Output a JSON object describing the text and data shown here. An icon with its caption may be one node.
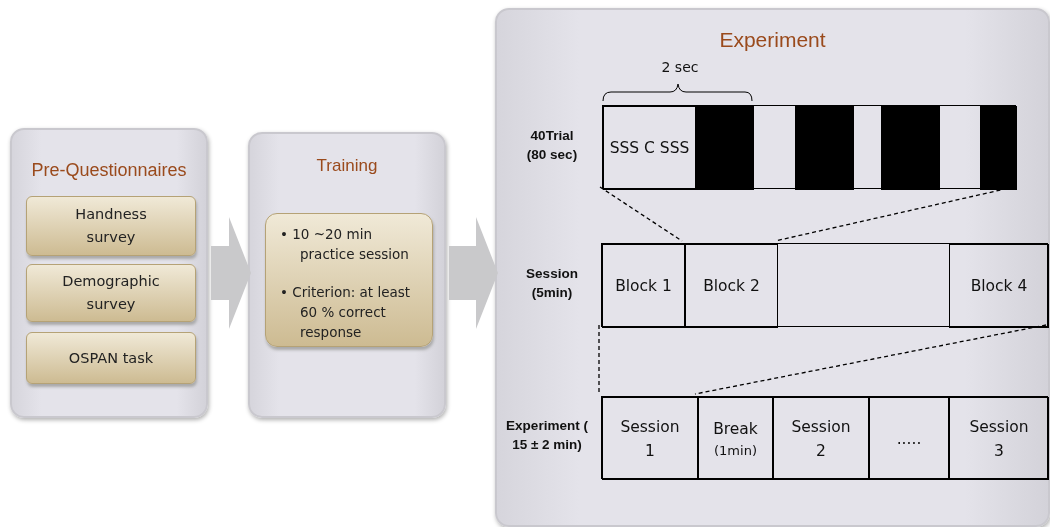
{
  "diagram": {
    "nodes": [
      {
        "text": [
          "Pre-Questionnaires"
        ]
      },
      {
        "text": [
          "Handness survey"
        ],
        "in": 0
      },
      {
        "text": [
          "Demographic survey"
        ],
        "in": 0
      },
      {
        "text": [
          "OSPAN task"
        ],
        "in": 0
      },
      {
        "text": [
          "Training"
        ]
      },
      {
        "text": [
          "• 10 ~20 min practice session",
          "• Criterion: at least 60 % correct response"
        ],
        "in": 4
      },
      {
        "text": [
          "Experiment"
        ]
      },
      {
        "text": [],
        "shape": "bar",
        "in": 6
      },
      {
        "text": [
          "SSS C SSS"
        ],
        "in": 7
      },
      {
        "text": [],
        "shape": "box",
        "in": 7
      },
      {
        "text": [],
        "shape": "box",
        "in": 7
      },
      {
        "text": [],
        "shape": "box",
        "in": 7
      },
      {
        "text": [],
        "shape": "box",
        "in": 7
      },
      {
        "text": [],
        "shape": "bar",
        "in": 6
      },
      {
        "text": [
          "Block 1"
        ],
        "in": 13
      },
      {
        "text": [
          "Block 2"
        ],
        "in": 13
      },
      {
        "text": [
          "Block 4"
        ],
        "in": 13
      },
      {
        "text": [],
        "shape": "bar",
        "in": 6
      },
      {
        "text": [
          "Session 1"
        ],
        "in": 17
      },
      {
        "text": [
          "Break",
          "(1min)"
        ],
        "in": 17
      },
      {
        "text": [
          "Session 2"
        ],
        "in": 17
      },
      {
        "text": [
          "....."
        ],
        "in": 17
      },
      {
        "text": [
          "Session 3"
        ],
        "in": 17
      }
    ],
    "edges": [
      {
        "from": 0,
        "to": 4,
        "arrow": "to"
      },
      {
        "from": 4,
        "to": 6,
        "arrow": "to"
      },
      {
        "from": 7,
        "to": 15,
        "arrow": "none",
        "style": "dashed"
      },
      {
        "from": 7,
        "to": 15,
        "arrow": "none",
        "style": "dashed"
      },
      {
        "from": 13,
        "to": 18,
        "arrow": "none",
        "style": "dashed"
      },
      {
        "from": 13,
        "to": 18,
        "arrow": "none",
        "style": "dashed"
      }
    ],
    "labels": [
      "2 sec",
      "40Trial (80 sec)",
      "Session (5min)",
      "Experiment ( 15 ± 2 min)"
    ]
  }
}
